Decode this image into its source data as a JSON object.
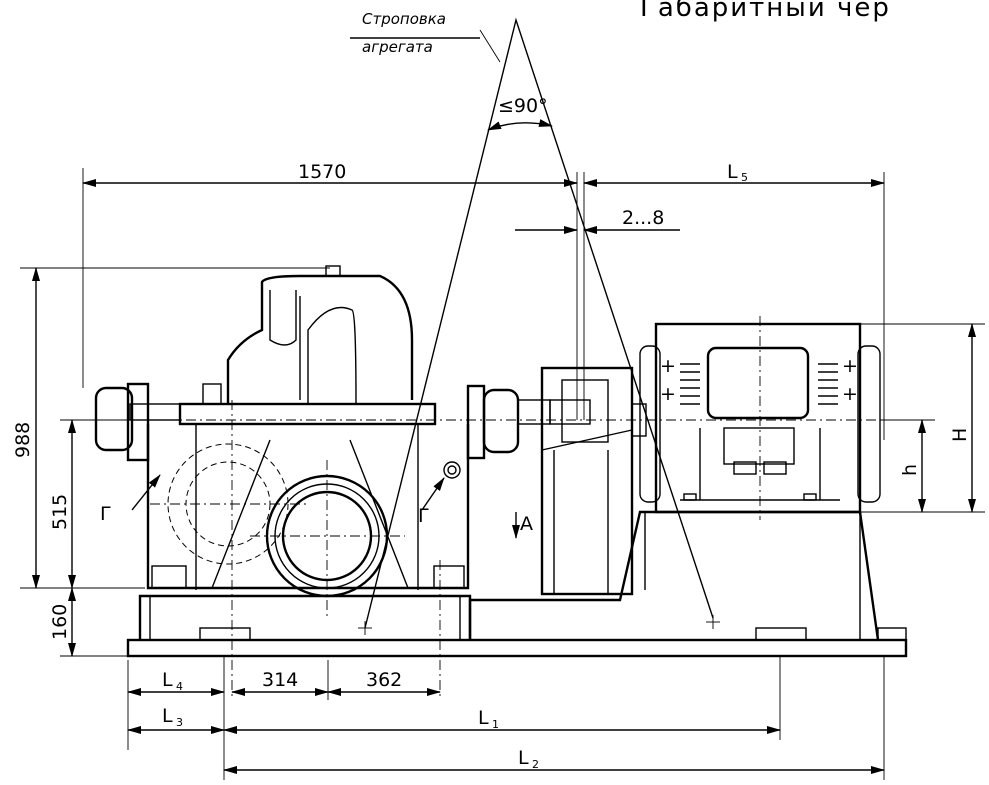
{
  "title": "Габаритный чер",
  "sling_label": [
    "Строповка",
    "агрегата"
  ],
  "angle_label": "≤90°",
  "dimensions": {
    "top_length": "1570",
    "clearance": "2...8",
    "total_height": "988",
    "axis_height": "515",
    "base_height": "160",
    "d314": "314",
    "d362": "362",
    "L5": "L",
    "L5_sub": "5",
    "H": "H",
    "h": "h",
    "L4": "L",
    "L4_sub": "4",
    "L3": "L",
    "L3_sub": "3",
    "L1": "L",
    "L1_sub": "1",
    "L2": "L",
    "L2_sub": "2"
  },
  "section_marks": {
    "left": "Г",
    "right": "Г",
    "view": "А"
  }
}
